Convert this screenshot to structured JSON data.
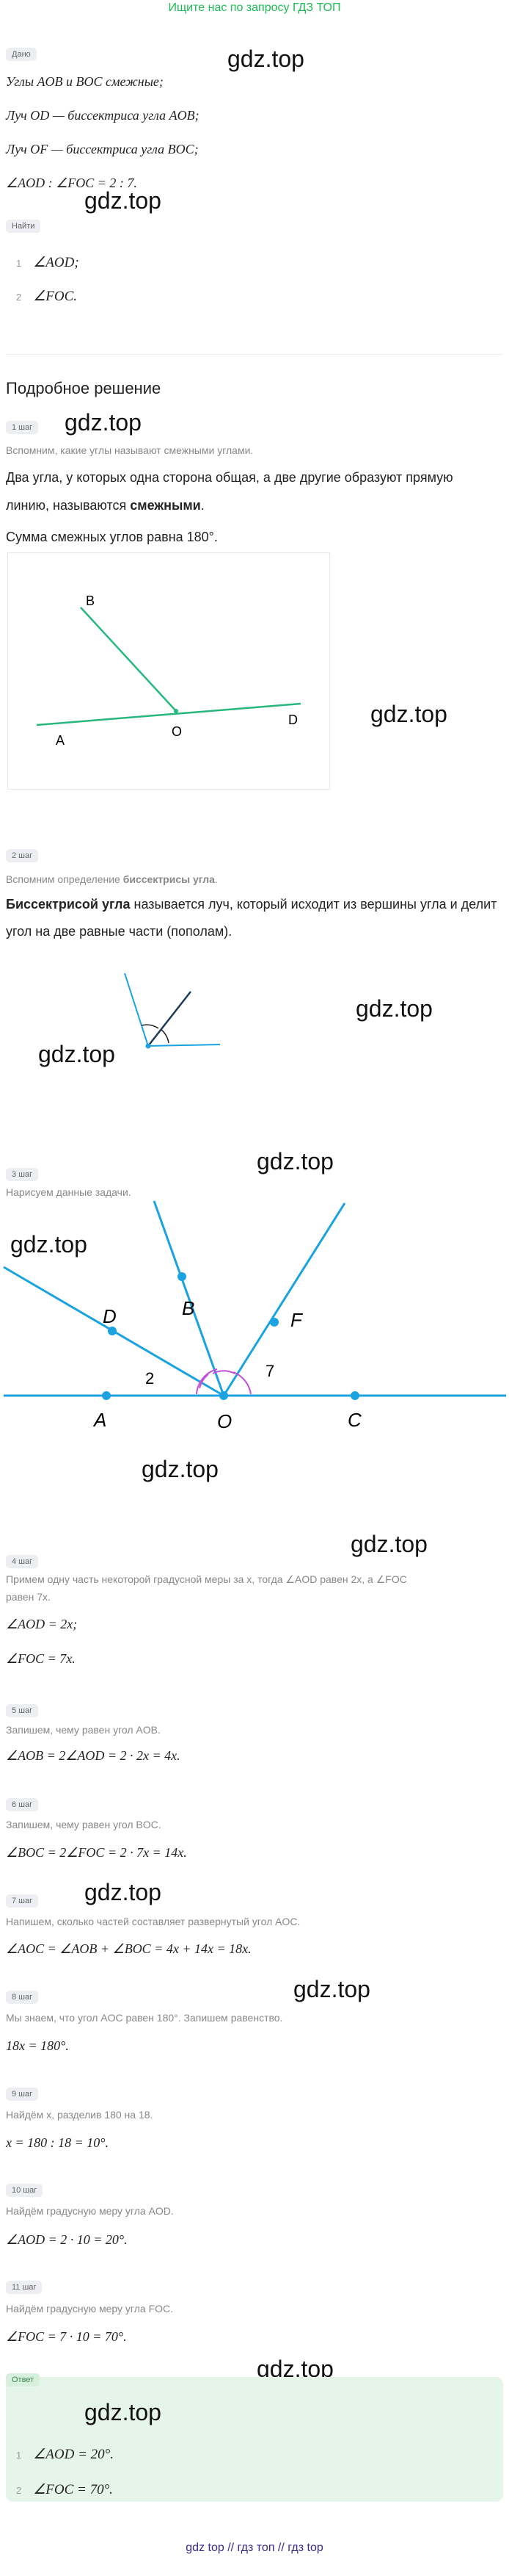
{
  "banner": "Ищите нас по запросу ГДЗ ТОП",
  "watermark": "gdz.top",
  "given": {
    "chip": "Дано",
    "lines": [
      "Углы AOB и BOC смежные;",
      "Луч OD — биссектриса угла AOB;",
      "Луч OF — биссектриса угла BOC;",
      "∠AOD : ∠FOC = 2 : 7."
    ]
  },
  "find": {
    "chip": "Найти",
    "items": [
      {
        "n": "1",
        "text": "∠AOD;"
      },
      {
        "n": "2",
        "text": "∠FOC."
      }
    ]
  },
  "solution_title": "Подробное решение",
  "step1": {
    "chip": "1 шаг",
    "sub": "Вспомним, какие углы называют смежными углами.",
    "text1": "Два угла, у которых одна сторона общая, а две другие образуют прямую",
    "text2_a": "линию, называются ",
    "text2_b": "смежными",
    "text2_c": ".",
    "text3": "Сумма смежных углов равна 180°.",
    "fig_labels": {
      "A": "A",
      "B": "B",
      "O": "O",
      "D": "D"
    }
  },
  "step2": {
    "chip": "2 шаг",
    "sub_a": "Вспомним определение ",
    "sub_b": "биссектрисы угла",
    "sub_c": ".",
    "text1_a": "Биссектрисой угла",
    "text1_b": " называется луч, который исходит из вершины угла и делит",
    "text2": "угол на две равные части (пополам)."
  },
  "step3": {
    "chip": "3 шаг",
    "sub": "Нарисуем данные задачи.",
    "fig_labels": {
      "A": "A",
      "O": "O",
      "C": "C",
      "D": "D",
      "B": "B",
      "F": "F",
      "two": "2",
      "seven": "7"
    }
  },
  "step4": {
    "chip": "4 шаг",
    "sub": "Примем одну часть некоторой градусной меры за x, тогда ∠AOD равен 2x, а ∠FOC",
    "sub2": "равен 7x.",
    "f1": "∠AOD = 2x;",
    "f2": "∠FOC = 7x."
  },
  "step5": {
    "chip": "5 шаг",
    "sub": "Запишем, чему равен угол AOB.",
    "f": "∠AOB = 2∠AOD = 2 · 2x = 4x."
  },
  "step6": {
    "chip": "6 шаг",
    "sub": "Запишем, чему равен угол BOC.",
    "f": "∠BOC = 2∠FOC = 2 · 7x = 14x."
  },
  "step7": {
    "chip": "7 шаг",
    "sub": "Напишем, сколько частей составляет развернутый угол AOC.",
    "f": "∠AOC = ∠AOB + ∠BOC = 4x + 14x = 18x."
  },
  "step8": {
    "chip": "8 шаг",
    "sub": "Мы знаем, что угол AOC равен 180°. Запишем равенство.",
    "f": "18x = 180°."
  },
  "step9": {
    "chip": "9 шаг",
    "sub": "Найдём x, разделив 180 на 18.",
    "f": "x = 180 : 18 = 10°."
  },
  "step10": {
    "chip": "10 шаг",
    "sub": "Найдём градусную меру угла AOD.",
    "f": "∠AOD = 2 · 10 = 20°."
  },
  "step11": {
    "chip": "11 шаг",
    "sub": "Найдём градусную меру угла FOC.",
    "f": "∠FOC = 7 · 10 = 70°."
  },
  "answer": {
    "chip": "Ответ",
    "items": [
      {
        "n": "1",
        "text": "∠AOD = 20°."
      },
      {
        "n": "2",
        "text": "∠FOC = 70°."
      }
    ]
  },
  "footer": "gdz top // гдз топ // гдз top"
}
